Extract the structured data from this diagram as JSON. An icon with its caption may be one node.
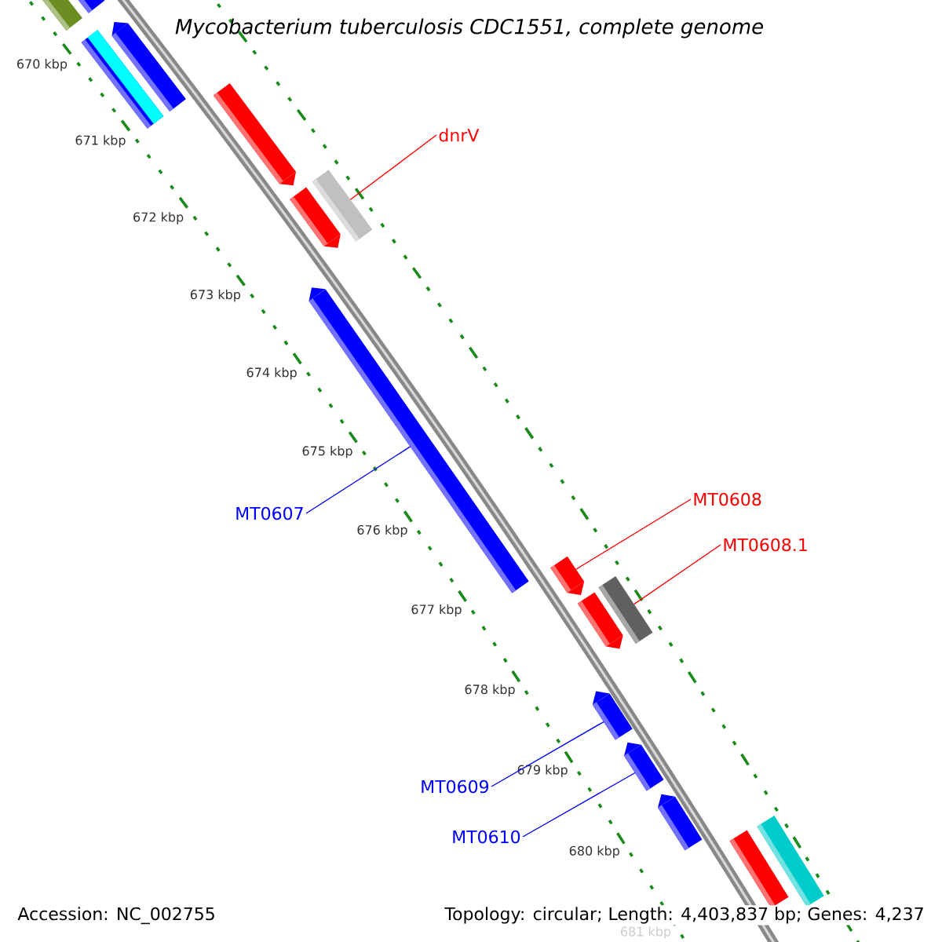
{
  "diagram": {
    "title": "Mycobacterium tuberculosis CDC1551, complete genome",
    "nodes": [
      {
        "text": [
          "dnrV"
        ]
      },
      {
        "text": [],
        "shape": "bar"
      },
      {
        "text": [
          "MT0607"
        ]
      },
      {
        "text": [],
        "shape": "bar"
      },
      {
        "text": [
          "MT0608"
        ]
      },
      {
        "text": [],
        "shape": "bar"
      },
      {
        "text": [
          "MT0608.1"
        ]
      },
      {
        "text": [],
        "shape": "bar"
      },
      {
        "text": [
          "MT0609"
        ]
      },
      {
        "text": [],
        "shape": "bar"
      },
      {
        "text": [
          "MT0610"
        ]
      },
      {
        "text": [],
        "shape": "bar"
      },
      {
        "text": [],
        "shape": "bar"
      },
      {
        "text": [],
        "shape": "bar"
      },
      {
        "text": [],
        "shape": "bar"
      },
      {
        "text": [],
        "shape": "bar"
      },
      {
        "text": [],
        "shape": "bar"
      },
      {
        "text": [],
        "shape": "bar"
      },
      {
        "text": [],
        "shape": "bar"
      },
      {
        "text": [],
        "shape": "bar"
      },
      {
        "text": [],
        "shape": "bar"
      },
      {
        "text": [],
        "shape": "bar"
      }
    ],
    "edges": [
      {
        "from": 0,
        "to": 1,
        "arrow": "none",
        "color": "#ff0000"
      },
      {
        "from": 2,
        "to": 3,
        "arrow": "none",
        "color": "#0000ff"
      },
      {
        "from": 4,
        "to": 5,
        "arrow": "none",
        "color": "#ff0000"
      },
      {
        "from": 6,
        "to": 7,
        "arrow": "none",
        "color": "#ff0000"
      },
      {
        "from": 8,
        "to": 9,
        "arrow": "none",
        "color": "#0000ff"
      },
      {
        "from": 10,
        "to": 11,
        "arrow": "none",
        "color": "#0000ff"
      }
    ],
    "labels": [
      "670 kbp",
      "671 kbp",
      "672 kbp",
      "673 kbp",
      "674 kbp",
      "675 kbp",
      "676 kbp",
      "677 kbp",
      "678 kbp",
      "679 kbp",
      "680 kbp",
      "681 kbp",
      "Accession: NC_002755",
      "Topology: circular; Length: 4,403,837 bp; Genes: 4,237"
    ]
  }
}
